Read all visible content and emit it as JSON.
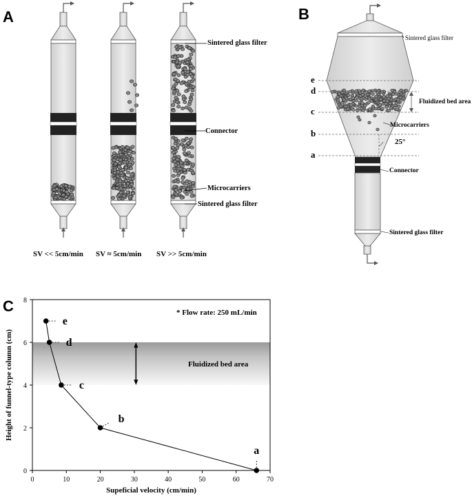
{
  "panels": {
    "a": "A",
    "b": "B",
    "c": "C"
  },
  "panel_a": {
    "sintered_top": "Sintered glass filter",
    "connector": "Connector",
    "microcarriers": "Microcarriers",
    "sintered_bottom": "Sintered glass filter",
    "sv_labels": [
      "SV << 5cm/min",
      "SV ≈ 5cm/min",
      "SV >> 5cm/min"
    ]
  },
  "panel_b": {
    "sintered_top": "Sintered glass filter",
    "fluidized": "Fluidized bed area",
    "microcarriers": "Microcarriers",
    "angle": "25°",
    "connector": "Connector",
    "sintered_bottom": "Sintered glass filter",
    "levels": [
      "e",
      "d",
      "c",
      "b",
      "a"
    ]
  },
  "chart_data": {
    "type": "scatter",
    "title": "",
    "annotation_text": "* Flow rate: 250 mL/min",
    "fluidized_label": "Fluidized bed area",
    "fluidized_band": [
      4,
      6
    ],
    "xlabel": "Supeficial velocity (cm/min)",
    "ylabel": "Height of funnel-type column (cm)",
    "xlim": [
      0,
      70
    ],
    "ylim": [
      0,
      8
    ],
    "xticks": [
      0,
      10,
      20,
      30,
      40,
      50,
      60,
      70
    ],
    "yticks": [
      0,
      2,
      4,
      6,
      8
    ],
    "grid": false,
    "series": [
      {
        "x": [
          4,
          5,
          8.5,
          20,
          66
        ],
        "y": [
          7,
          6,
          4,
          2,
          0
        ],
        "point_labels": [
          "e",
          "d",
          "c",
          "b",
          "a"
        ]
      }
    ]
  }
}
